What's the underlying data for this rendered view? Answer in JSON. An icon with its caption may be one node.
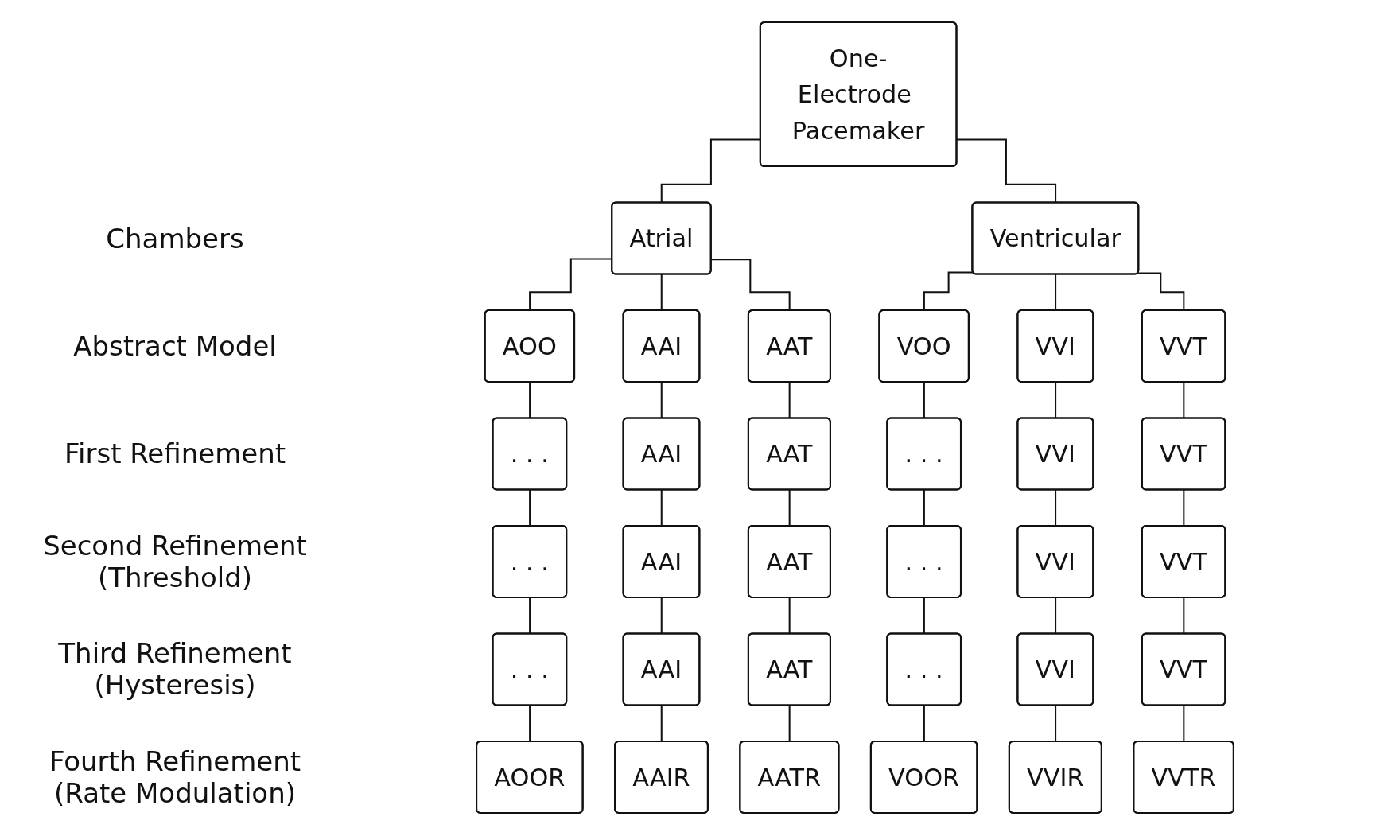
{
  "diagram": {
    "nodes": [
      {
        "text": [
          "One-Electrode Pacemaker"
        ]
      },
      {
        "text": [
          "Atrial"
        ]
      },
      {
        "text": [
          "Ventricular"
        ]
      },
      {
        "text": [
          "AOO"
        ]
      },
      {
        "text": [
          "AAI"
        ]
      },
      {
        "text": [
          "AAT"
        ]
      },
      {
        "text": [
          "VOO"
        ]
      },
      {
        "text": [
          "VVI"
        ]
      },
      {
        "text": [
          "VVT"
        ]
      },
      {
        "text": [
          ". . ."
        ]
      },
      {
        "text": [
          "AAI"
        ]
      },
      {
        "text": [
          "AAT"
        ]
      },
      {
        "text": [
          ". . ."
        ]
      },
      {
        "text": [
          "VVI"
        ]
      },
      {
        "text": [
          "VVT"
        ]
      },
      {
        "text": [
          ". . ."
        ]
      },
      {
        "text": [
          "AAI"
        ]
      },
      {
        "text": [
          "AAT"
        ]
      },
      {
        "text": [
          ". . ."
        ]
      },
      {
        "text": [
          "VVI"
        ]
      },
      {
        "text": [
          "VVT"
        ]
      },
      {
        "text": [
          ". . ."
        ]
      },
      {
        "text": [
          "AAI"
        ]
      },
      {
        "text": [
          "AAT"
        ]
      },
      {
        "text": [
          ". . ."
        ]
      },
      {
        "text": [
          "VVI"
        ]
      },
      {
        "text": [
          "VVT"
        ]
      },
      {
        "text": [
          "AOOR"
        ]
      },
      {
        "text": [
          "AAIR"
        ]
      },
      {
        "text": [
          "AATR"
        ]
      },
      {
        "text": [
          "VOOR"
        ]
      },
      {
        "text": [
          "VVIR"
        ]
      },
      {
        "text": [
          "VVTR"
        ]
      }
    ],
    "edges": [
      {
        "from": 0,
        "to": 1,
        "arrow": "none"
      },
      {
        "from": 0,
        "to": 2,
        "arrow": "none"
      },
      {
        "from": 1,
        "to": 3,
        "arrow": "none"
      },
      {
        "from": 1,
        "to": 4,
        "arrow": "none"
      },
      {
        "from": 1,
        "to": 5,
        "arrow": "none"
      },
      {
        "from": 2,
        "to": 6,
        "arrow": "none"
      },
      {
        "from": 2,
        "to": 7,
        "arrow": "none"
      },
      {
        "from": 2,
        "to": 8,
        "arrow": "none"
      },
      {
        "from": 3,
        "to": 9,
        "arrow": "none"
      },
      {
        "from": 4,
        "to": 10,
        "arrow": "none"
      },
      {
        "from": 5,
        "to": 11,
        "arrow": "none"
      },
      {
        "from": 6,
        "to": 12,
        "arrow": "none"
      },
      {
        "from": 7,
        "to": 13,
        "arrow": "none"
      },
      {
        "from": 8,
        "to": 14,
        "arrow": "none"
      },
      {
        "from": 9,
        "to": 15,
        "arrow": "none"
      },
      {
        "from": 10,
        "to": 16,
        "arrow": "none"
      },
      {
        "from": 11,
        "to": 17,
        "arrow": "none"
      },
      {
        "from": 12,
        "to": 18,
        "arrow": "none"
      },
      {
        "from": 13,
        "to": 19,
        "arrow": "none"
      },
      {
        "from": 14,
        "to": 20,
        "arrow": "none"
      },
      {
        "from": 15,
        "to": 21,
        "arrow": "none"
      },
      {
        "from": 16,
        "to": 22,
        "arrow": "none"
      },
      {
        "from": 17,
        "to": 23,
        "arrow": "none"
      },
      {
        "from": 18,
        "to": 24,
        "arrow": "none"
      },
      {
        "from": 19,
        "to": 25,
        "arrow": "none"
      },
      {
        "from": 20,
        "to": 26,
        "arrow": "none"
      },
      {
        "from": 21,
        "to": 27,
        "arrow": "none"
      },
      {
        "from": 22,
        "to": 28,
        "arrow": "none"
      },
      {
        "from": 23,
        "to": 29,
        "arrow": "none"
      },
      {
        "from": 24,
        "to": 30,
        "arrow": "none"
      },
      {
        "from": 25,
        "to": 31,
        "arrow": "none"
      },
      {
        "from": 26,
        "to": 32,
        "arrow": "none"
      }
    ],
    "labels": [
      "Chambers",
      "Abstract Model",
      "First Refinement",
      "Second Refinement (Threshold)",
      "Third Refinement (Hysteresis)",
      "Fourth Refinement (Rate Modulation)"
    ]
  }
}
